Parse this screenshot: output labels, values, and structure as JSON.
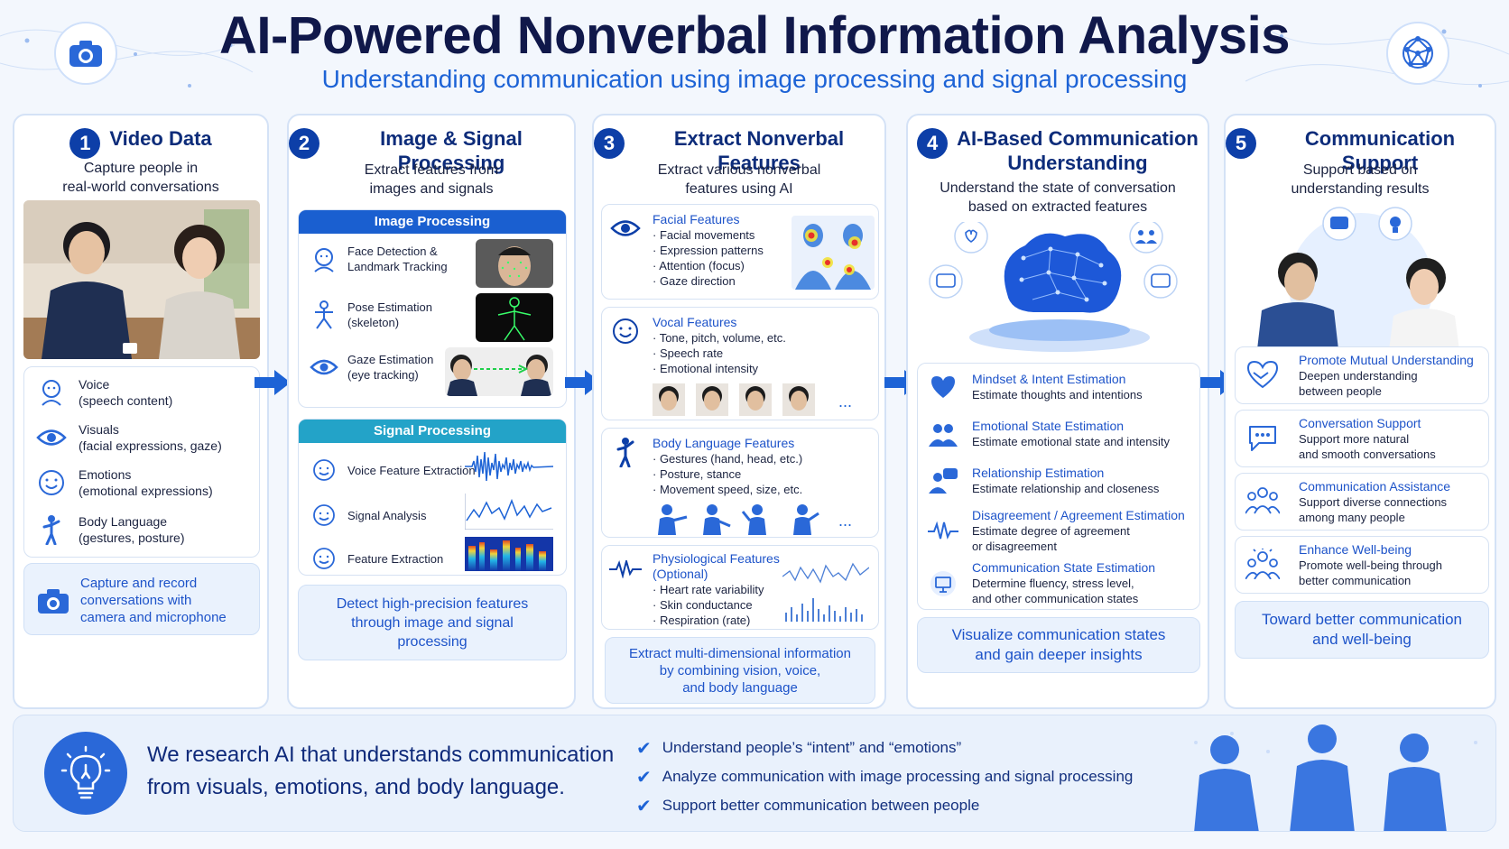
{
  "header": {
    "title": "AI-Powered Nonverbal Information Analysis",
    "subtitle": "Understanding communication using image processing and signal processing"
  },
  "columns": {
    "c1": {
      "num": "1",
      "title": "Video Data",
      "desc": [
        "Capture people in",
        "real-world conversations"
      ],
      "items": [
        {
          "icon": "voice-icon",
          "l1": "Voice",
          "l2": "(speech content)"
        },
        {
          "icon": "eye-icon",
          "l1": "Visuals",
          "l2": "(facial expressions, gaze)"
        },
        {
          "icon": "smile-icon",
          "l1": "Emotions",
          "l2": "(emotional expressions)"
        },
        {
          "icon": "person-icon",
          "l1": "Body Language",
          "l2": "(gestures, posture)"
        }
      ],
      "footer": [
        "Capture and record",
        "conversations with",
        "camera and microphone"
      ]
    },
    "c2": {
      "num": "2",
      "title": "Image & Signal Processing",
      "desc": [
        "Extract features from",
        "images and signals"
      ],
      "image_band": "Image Processing",
      "image_items": [
        {
          "l1": "Face Detection &",
          "l2": "Landmark Tracking"
        },
        {
          "l1": "Pose Estimation",
          "l2": "(skeleton)"
        },
        {
          "l1": "Gaze Estimation",
          "l2": "(eye tracking)"
        }
      ],
      "signal_band": "Signal Processing",
      "signal_items": [
        "Voice Feature Extraction",
        "Signal Analysis",
        "Feature Extraction"
      ],
      "footer": [
        "Detect high-precision features",
        "through image and signal",
        "processing"
      ]
    },
    "c3": {
      "num": "3",
      "title": "Extract Nonverbal Features",
      "desc": [
        "Extract various nonverbal",
        "features using AI"
      ],
      "facial": {
        "title": "Facial Features",
        "items": [
          "· Facial movements",
          "· Expression patterns",
          "· Attention (focus)",
          "· Gaze direction"
        ]
      },
      "vocal": {
        "title": "Vocal Features",
        "items": [
          "· Tone, pitch, volume, etc.",
          "· Speech rate",
          "· Emotional intensity"
        ],
        "more": "..."
      },
      "body": {
        "title": "Body Language Features",
        "items": [
          "· Gestures (hand, head, etc.)",
          "· Posture, stance",
          "· Movement speed, size, etc."
        ],
        "more": "..."
      },
      "physio": {
        "title": "Physiological Features",
        "subtitle": "(Optional)",
        "items": [
          "· Heart rate variability",
          "· Skin conductance",
          "· Respiration (rate)"
        ]
      },
      "footer": [
        "Extract multi-dimensional information",
        "by combining vision, voice,",
        "and body language"
      ]
    },
    "c4": {
      "num": "4",
      "title": [
        "AI-Based Communication",
        "Understanding"
      ],
      "desc": [
        "Understand the state of conversation",
        "based on extracted features"
      ],
      "items": [
        {
          "t": "Mindset & Intent Estimation",
          "d1": "Estimate thoughts and intentions",
          "d2": ""
        },
        {
          "t": "Emotional State Estimation",
          "d1": "Estimate emotional state and intensity",
          "d2": ""
        },
        {
          "t": "Relationship Estimation",
          "d1": "Estimate relationship and closeness",
          "d2": ""
        },
        {
          "t": "Disagreement / Agreement Estimation",
          "d1": "Estimate degree of agreement",
          "d2": "or disagreement"
        },
        {
          "t": "Communication State Estimation",
          "d1": "Determine fluency, stress level,",
          "d2": "and other communication states"
        }
      ],
      "footer": [
        "Visualize communication states",
        "and gain deeper insights"
      ]
    },
    "c5": {
      "num": "5",
      "title": "Communication Support",
      "desc": [
        "Support based on",
        "understanding results"
      ],
      "items": [
        {
          "t": "Promote Mutual Understanding",
          "d1": "Deepen understanding",
          "d2": "between people"
        },
        {
          "t": "Conversation Support",
          "d1": "Support more natural",
          "d2": "and smooth conversations"
        },
        {
          "t": "Communication Assistance",
          "d1": "Support diverse connections",
          "d2": "among many people"
        },
        {
          "t": "Enhance Well-being",
          "d1": "Promote well-being through",
          "d2": "better communication"
        }
      ],
      "footer": [
        "Toward better communication",
        "and well-being"
      ]
    }
  },
  "footer": {
    "text": [
      "We research AI that understands communication",
      "from visuals, emotions, and body language."
    ],
    "checks": [
      "Understand people’s “intent” and “emotions”",
      "Analyze communication with image processing and signal processing",
      "Support better communication between people"
    ]
  },
  "colors": {
    "primary": "#0d3fa8",
    "accent": "#1d63d6",
    "band_image": "#1a5fd0",
    "band_signal": "#23a3c8"
  }
}
